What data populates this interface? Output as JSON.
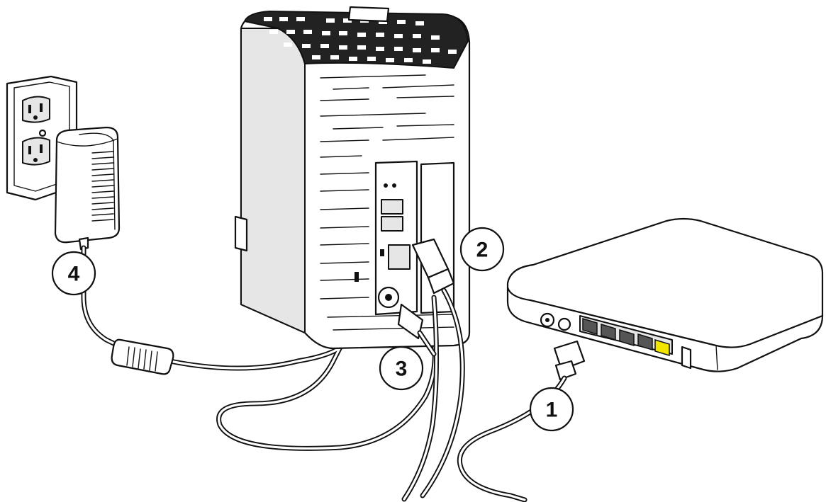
{
  "diagram": {
    "callouts": [
      {
        "id": "1",
        "label": "1"
      },
      {
        "id": "2",
        "label": "2"
      },
      {
        "id": "3",
        "label": "3"
      },
      {
        "id": "4",
        "label": "4"
      }
    ],
    "colors": {
      "line": "#111111",
      "background": "#ffffff",
      "wan_port": "#f2e600",
      "lan_port": "#555555"
    },
    "icons": [
      "wall-outlet-icon",
      "power-adapter-icon",
      "nas-drive-icon",
      "router-icon"
    ]
  }
}
